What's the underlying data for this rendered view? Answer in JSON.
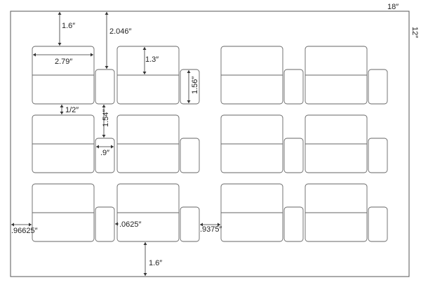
{
  "diagram": {
    "type": "label-sheet-layout",
    "sheet": {
      "width_label": "18″",
      "height_label": "12″"
    },
    "layout": {
      "rows": 3,
      "groups_per_row": 4
    },
    "dimensions": {
      "top_margin_large": "1.6″",
      "top_margin_small": "2.046″",
      "large_label_width": "2.79″",
      "large_label_top_height": "1.3″",
      "small_label_height": "1.56″",
      "row_gap": "1/2″",
      "small_label_offset": "1.54″",
      "small_label_width": ".9″",
      "left_margin": ".96625″",
      "label_gap": ".0625″",
      "group_gap": ".9375″",
      "bottom_margin": "1.6″"
    }
  }
}
